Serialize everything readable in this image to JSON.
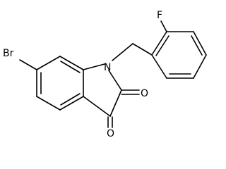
{
  "atoms": {
    "bromine": "Br",
    "nitrogen": "N",
    "fluorine": "F",
    "oxygen_2": "O",
    "oxygen_3": "O"
  },
  "colors": {
    "bond": "#000000",
    "text": "#000000",
    "background": "#ffffff"
  }
}
